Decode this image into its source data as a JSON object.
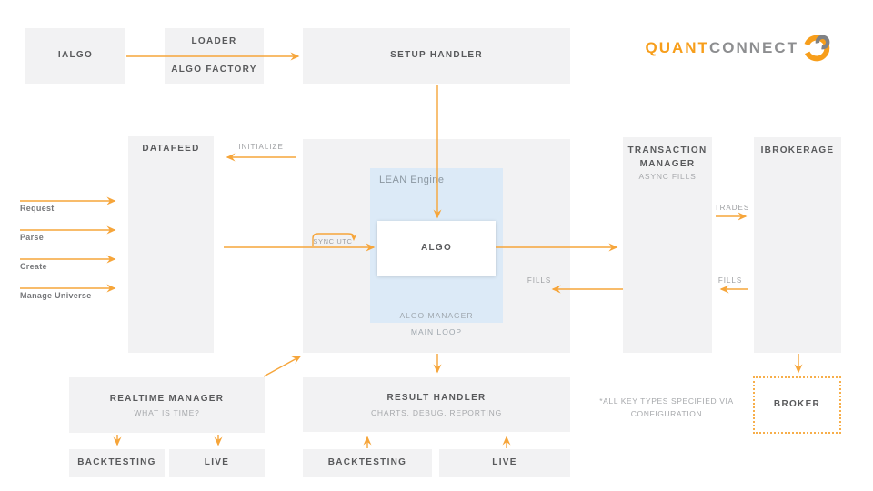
{
  "colors": {
    "orange_accent": "#F6A53A",
    "logo_orange": "#F79E1B",
    "logo_gray": "#8D8E90",
    "node_fill": "#F2F2F3",
    "engine_fill": "#DCEAF7",
    "title_text": "#58595B",
    "muted_text": "#A7A9AC"
  },
  "logo": {
    "quant": "QUANT",
    "connect": "CONNECT",
    "icon": "quantconnect-swirl-icon"
  },
  "nodes": {
    "ialgo": {
      "title": "IALGO"
    },
    "loader": {
      "top": "LOADER",
      "bottom": "ALGO FACTORY"
    },
    "setup_handler": {
      "title": "SETUP HANDLER"
    },
    "datafeed": {
      "title": "DATAFEED"
    },
    "engine": {
      "label": "LEAN Engine",
      "algo": "ALGO",
      "algo_manager": "ALGO MANAGER",
      "main_loop": "MAIN LOOP"
    },
    "transaction_manager": {
      "title_line1": "TRANSACTION",
      "title_line2": "MANAGER",
      "subtitle": "ASYNC FILLS"
    },
    "ibrokerage": {
      "title": "IBROKERAGE"
    },
    "broker": {
      "title": "BROKER"
    },
    "realtime_manager": {
      "title": "REALTIME MANAGER",
      "subtitle": "WHAT IS TIME?"
    },
    "result_handler": {
      "title": "RESULT HANDLER",
      "subtitle": "CHARTS, DEBUG, REPORTING"
    },
    "realtime_backtesting": {
      "title": "BACKTESTING"
    },
    "realtime_live": {
      "title": "LIVE"
    },
    "result_backtesting": {
      "title": "BACKTESTING"
    },
    "result_live": {
      "title": "LIVE"
    }
  },
  "edge_labels": {
    "initialize": "INITIALIZE",
    "sync_utc": "SYNC UTC",
    "trades": "TRADES",
    "fills_to_engine": "FILLS",
    "fills_to_manager": "FILLS"
  },
  "datafeed_actions": [
    {
      "label": "Request"
    },
    {
      "label": "Parse"
    },
    {
      "label": "Create"
    },
    {
      "label": "Manage Universe"
    }
  ],
  "note": {
    "line1": "*ALL KEY TYPES SPECIFIED VIA",
    "line2": "CONFIGURATION"
  }
}
